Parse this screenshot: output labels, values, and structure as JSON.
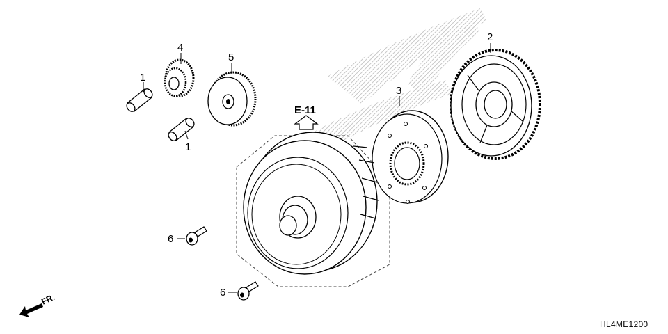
{
  "diagram": {
    "reference_label": "E-11",
    "diagram_code": "HL4ME1200",
    "front_label": "FR.",
    "callouts": [
      "1",
      "1",
      "2",
      "3",
      "4",
      "5",
      "6",
      "6"
    ]
  }
}
